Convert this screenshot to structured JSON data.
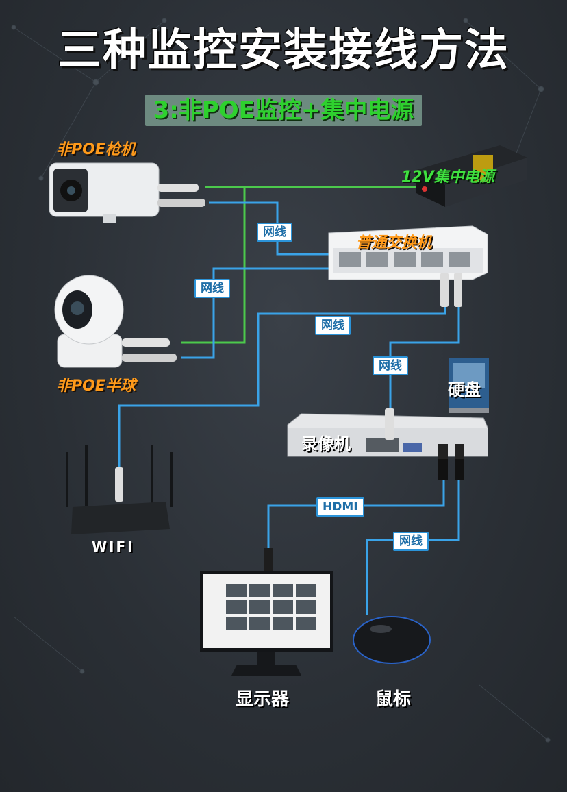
{
  "title": "三种监控安装接线方法",
  "subtitle": "3:非POE监控+集中电源",
  "devices": {
    "bullet_camera": "非POE枪机",
    "power_supply": "12V集中电源",
    "switch": "普通交换机",
    "dome_camera": "非POE半球",
    "hard_disk": "硬盘",
    "nvr": "录像机",
    "router": "WIFI",
    "monitor": "显示器",
    "mouse": "鼠标"
  },
  "cable_labels": {
    "network": "网线",
    "hdmi": "HDMI"
  },
  "colors": {
    "power_line": "#4cc94c",
    "network_line": "#3aa3e8",
    "orange_label": "#ff9a1a",
    "green_label": "#3fe13f"
  }
}
